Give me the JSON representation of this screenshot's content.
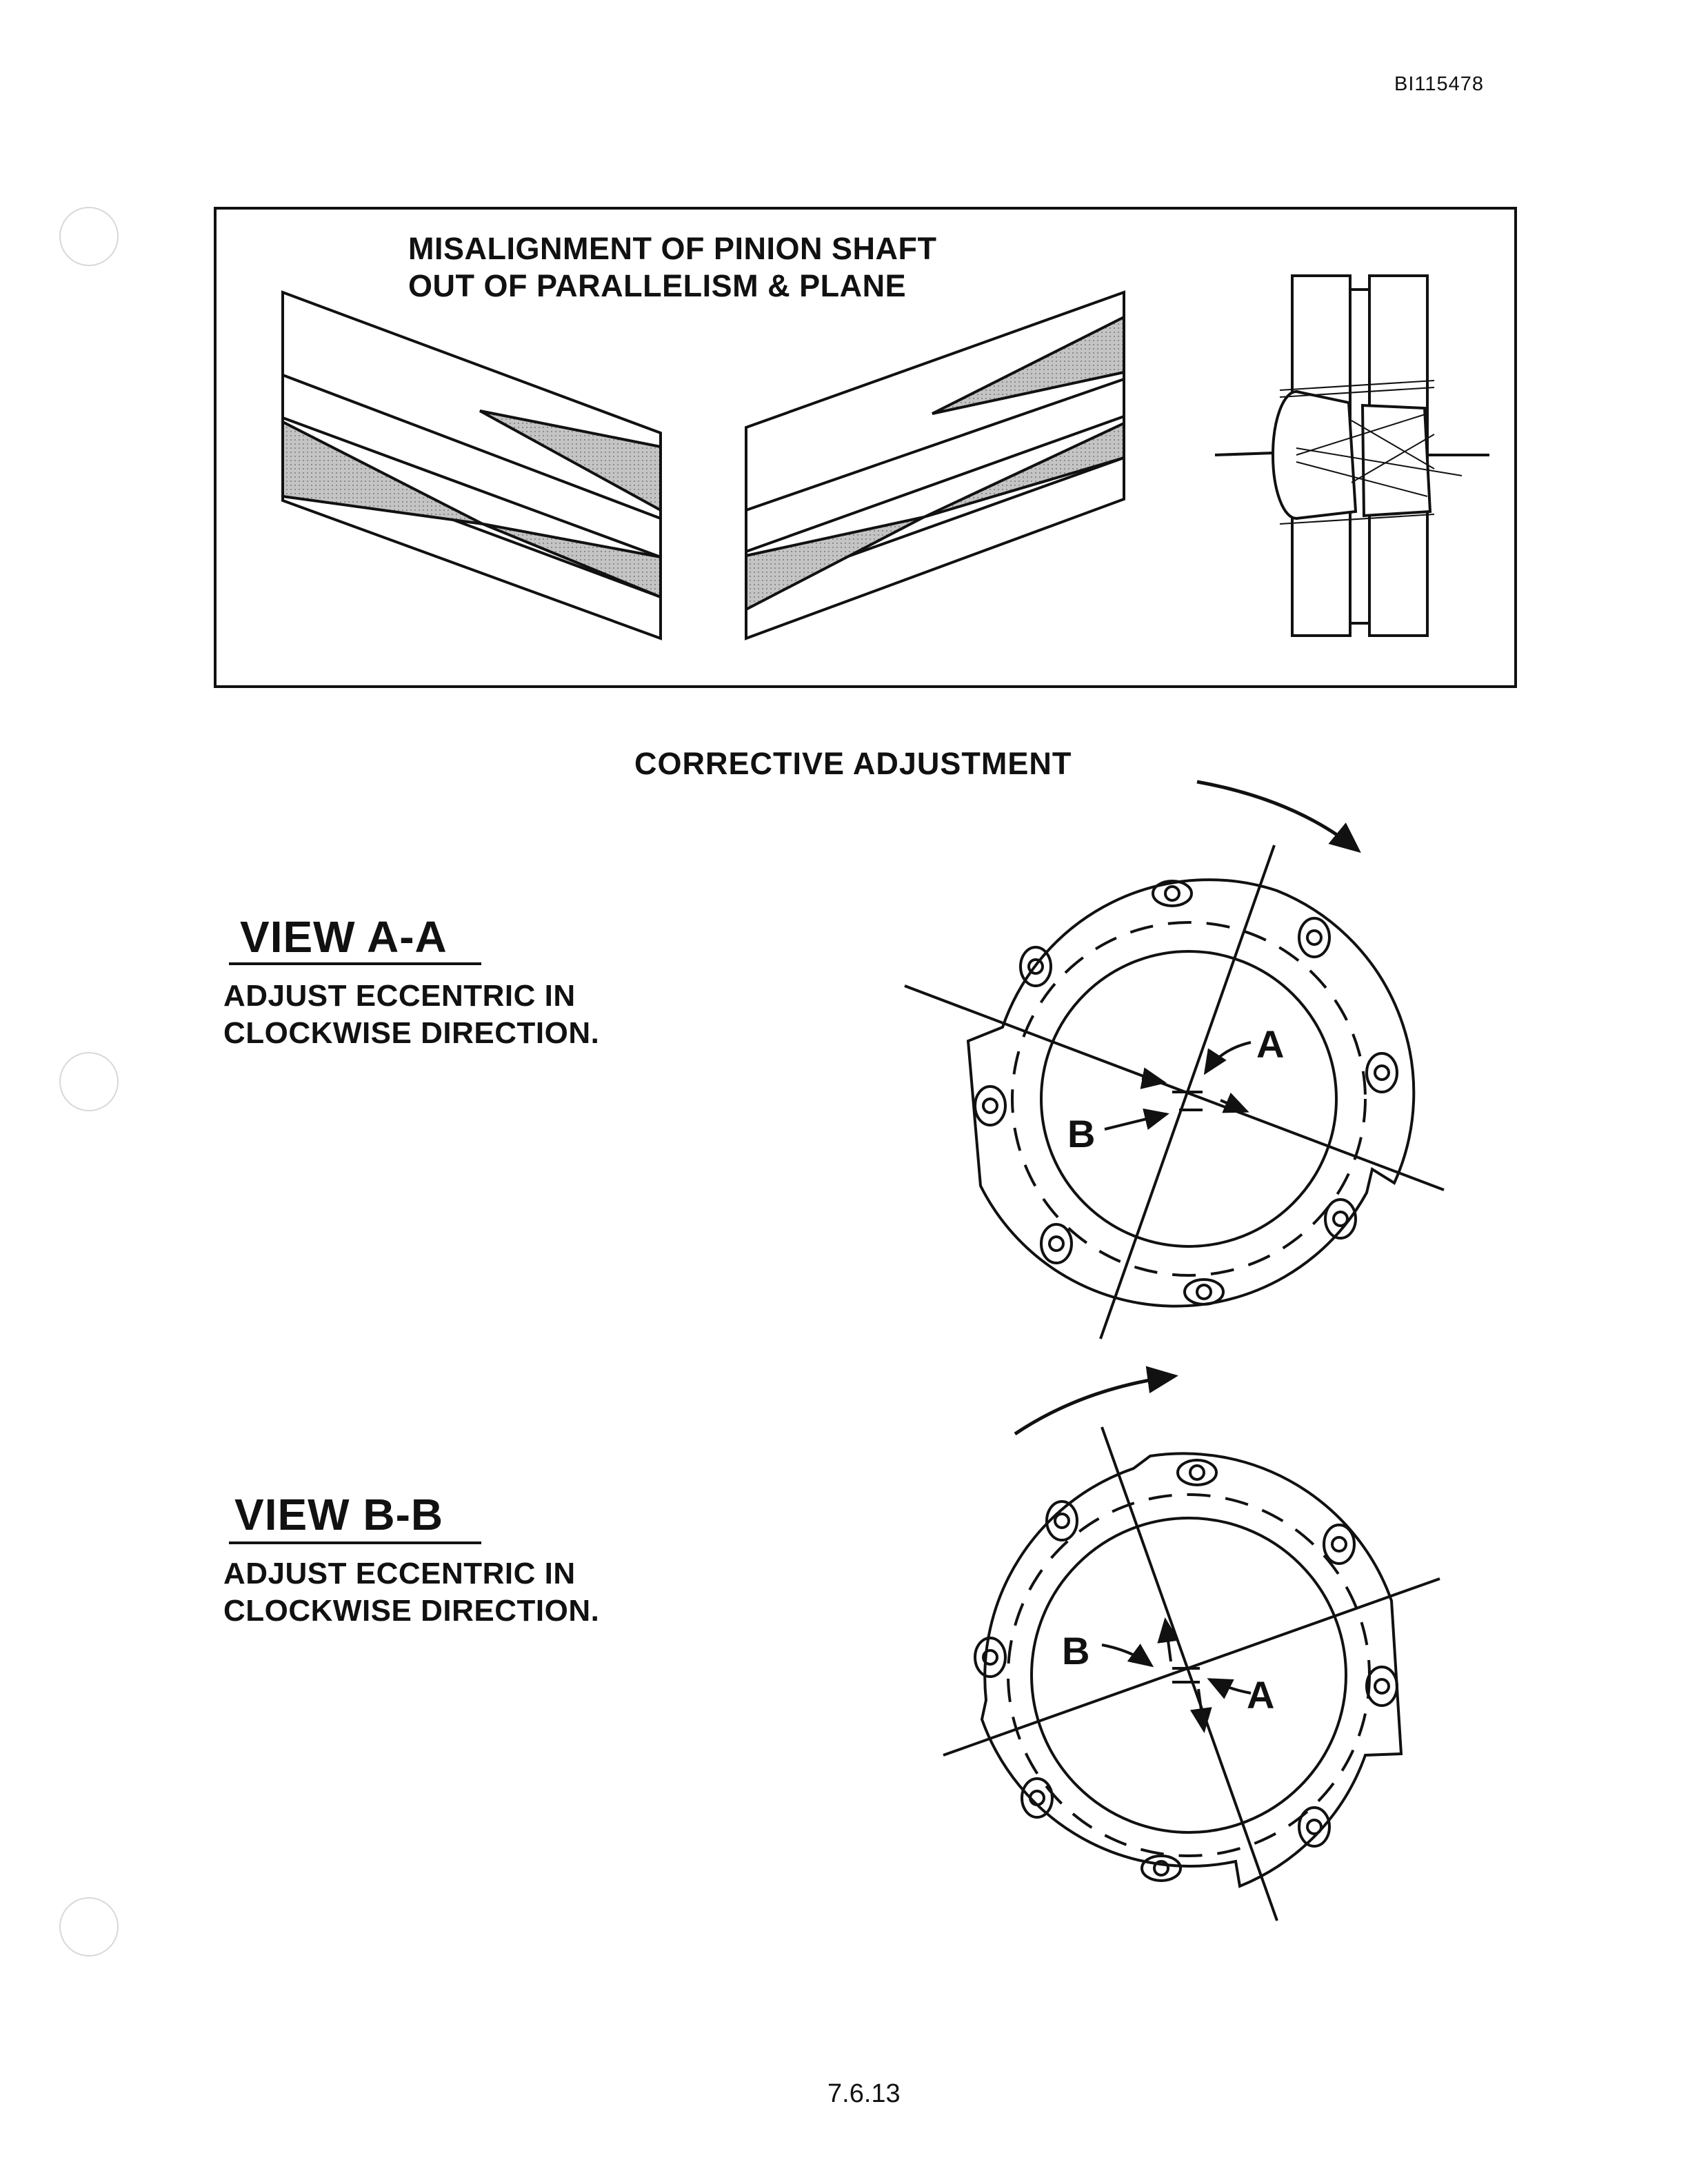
{
  "document": {
    "doc_id": "BI115478",
    "page_number": "7.6.13"
  },
  "misalignment_figure": {
    "title_line1": "MISALIGNMENT OF PINION SHAFT",
    "title_line2": "OUT OF PARALLELISM & PLANE"
  },
  "corrective": {
    "heading": "CORRECTIVE ADJUSTMENT"
  },
  "view_a": {
    "title": "VIEW A-A",
    "note_line1": "ADJUST ECCENTRIC IN",
    "note_line2": "CLOCKWISE DIRECTION.",
    "label_a": "A",
    "label_b": "B"
  },
  "view_b": {
    "title": "VIEW B-B",
    "note_line1": "ADJUST ECCENTRIC IN",
    "note_line2": "CLOCKWISE DIRECTION.",
    "label_a": "A",
    "label_b": "B"
  },
  "colors": {
    "ink": "#111111",
    "shade": "#b9b9b9"
  }
}
